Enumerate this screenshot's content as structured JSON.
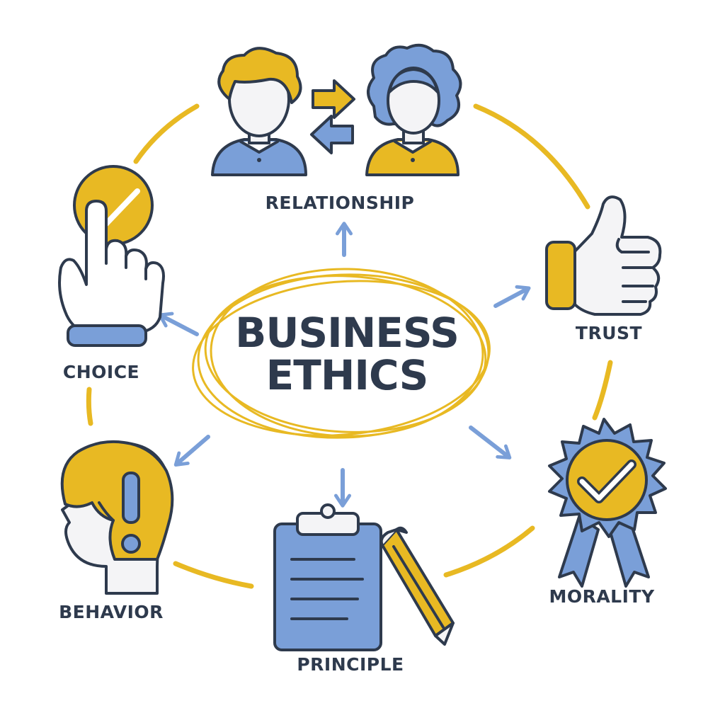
{
  "title": {
    "line1": "BUSINESS",
    "line2": "ETHICS"
  },
  "nodes": {
    "relationship": "RELATIONSHIP",
    "trust": "TRUST",
    "morality": "MORALITY",
    "principle": "PRINCIPLE",
    "behavior": "BEHAVIOR",
    "choice": "CHOICE"
  },
  "colors": {
    "navy": "#2e3a4d",
    "blue": "#7a9fd8",
    "gold": "#e8b923",
    "skin": "#f4f4f6",
    "white": "#ffffff"
  },
  "icons": {
    "relationship": "two-people-exchange-icon",
    "trust": "thumbs-up-icon",
    "morality": "award-badge-check-icon",
    "principle": "clipboard-pencil-icon",
    "behavior": "head-exclamation-icon",
    "choice": "hand-pointing-check-icon"
  }
}
